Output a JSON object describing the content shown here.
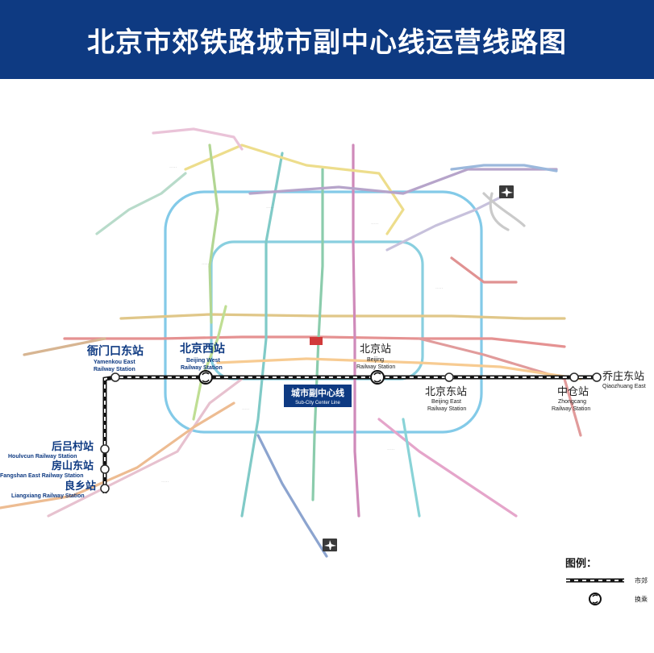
{
  "title": "北京市郊铁路城市副中心线运营线路图",
  "center_line": {
    "zh": "城市副中心线",
    "en": "Sub-City Center Line"
  },
  "stations": {
    "yamenkou": {
      "zh": "衙门口东站",
      "en1": "Yamenkou East",
      "en2": "Railway Station"
    },
    "beijingxi": {
      "zh": "北京西站",
      "en1": "Beijing West",
      "en2": "Railway Station"
    },
    "beijing": {
      "zh": "北京站",
      "en1": "Beijing",
      "en2": "Railway Station"
    },
    "beijingdong": {
      "zh": "北京东站",
      "en1": "Beijing East",
      "en2": "Railway Station"
    },
    "zhongcang": {
      "zh": "中仓站",
      "en1": "Zhongcang",
      "en2": "Railway Station"
    },
    "qiaozhuang": {
      "zh": "乔庄东站",
      "en1": "Qiaozhuang East"
    },
    "houlvcun": {
      "zh": "后吕村站",
      "en1": "Houlvcun Railway Station"
    },
    "fangshandong": {
      "zh": "房山东站",
      "en1": "Fangshan East Railway Station"
    },
    "liangxiang": {
      "zh": "良乡站",
      "en1": "Liangxiang Railway Station"
    }
  },
  "legend": {
    "title": "图例：",
    "line_label": "市郊",
    "transfer_label": "换乘"
  },
  "colors": {
    "header": "#0e3a82",
    "suburban_line": "#111111"
  },
  "icons": [
    "airport-icon",
    "transfer-icon"
  ]
}
